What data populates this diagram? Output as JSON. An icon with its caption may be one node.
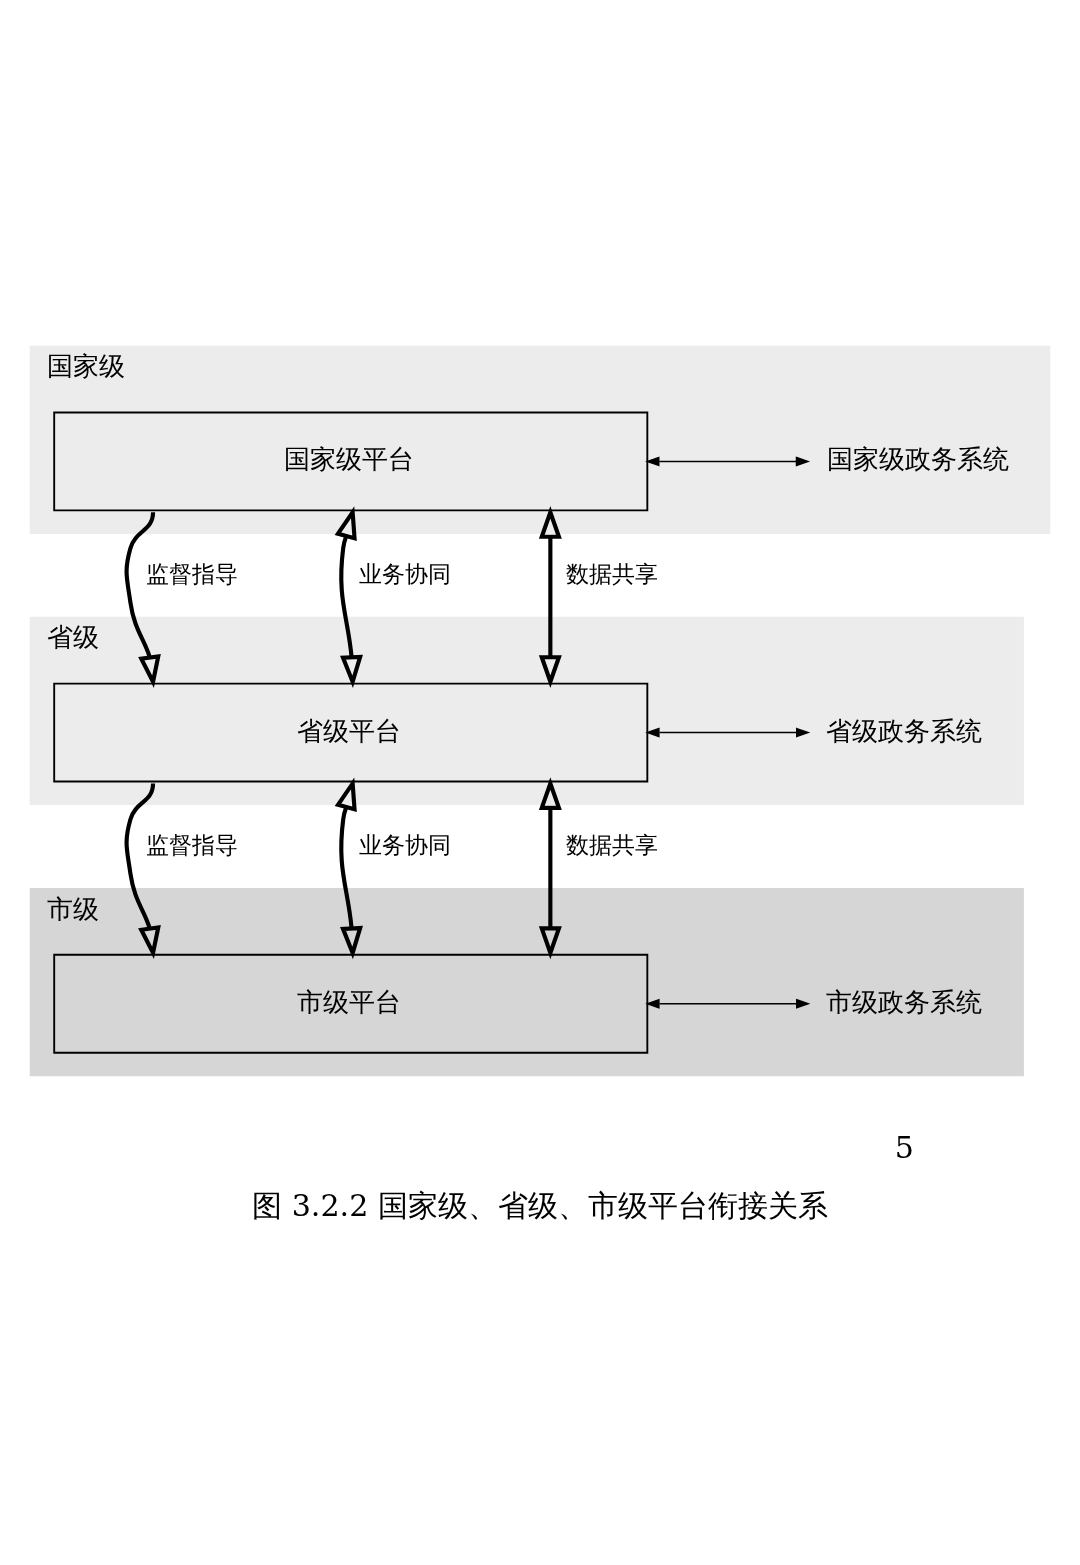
{
  "diagram": {
    "caption": "图 3.2.2 国家级、省级、市级平台衔接关系",
    "nodes": [
      {
        "text": [
          "国家级"
        ]
      },
      {
        "text": [
          "国家级平台"
        ],
        "in": 0
      },
      {
        "text": [
          "国家级政务系统"
        ],
        "in": 0
      },
      {
        "text": [
          "省级"
        ]
      },
      {
        "text": [
          "省级平台"
        ],
        "in": 3
      },
      {
        "text": [
          "省级政务系统"
        ],
        "in": 3
      },
      {
        "text": [
          "市级"
        ]
      },
      {
        "text": [
          "市级平台"
        ],
        "in": 6
      },
      {
        "text": [
          "市级政务系统"
        ],
        "in": 6
      }
    ],
    "edges": [
      {
        "from": 1,
        "to": 2,
        "arrow": "both"
      },
      {
        "from": 1,
        "to": 4,
        "arrow": "to",
        "label": "监督指导"
      },
      {
        "from": 1,
        "to": 4,
        "arrow": "both",
        "label": "业务协同"
      },
      {
        "from": 1,
        "to": 4,
        "arrow": "both",
        "label": "数据共享"
      },
      {
        "from": 4,
        "to": 5,
        "arrow": "both"
      },
      {
        "from": 4,
        "to": 7,
        "arrow": "to",
        "label": "监督指导"
      },
      {
        "from": 4,
        "to": 7,
        "arrow": "both",
        "label": "业务协同"
      },
      {
        "from": 4,
        "to": 7,
        "arrow": "both",
        "label": "数据共享"
      },
      {
        "from": 7,
        "to": 8,
        "arrow": "both"
      }
    ],
    "labels": [
      "5"
    ]
  }
}
